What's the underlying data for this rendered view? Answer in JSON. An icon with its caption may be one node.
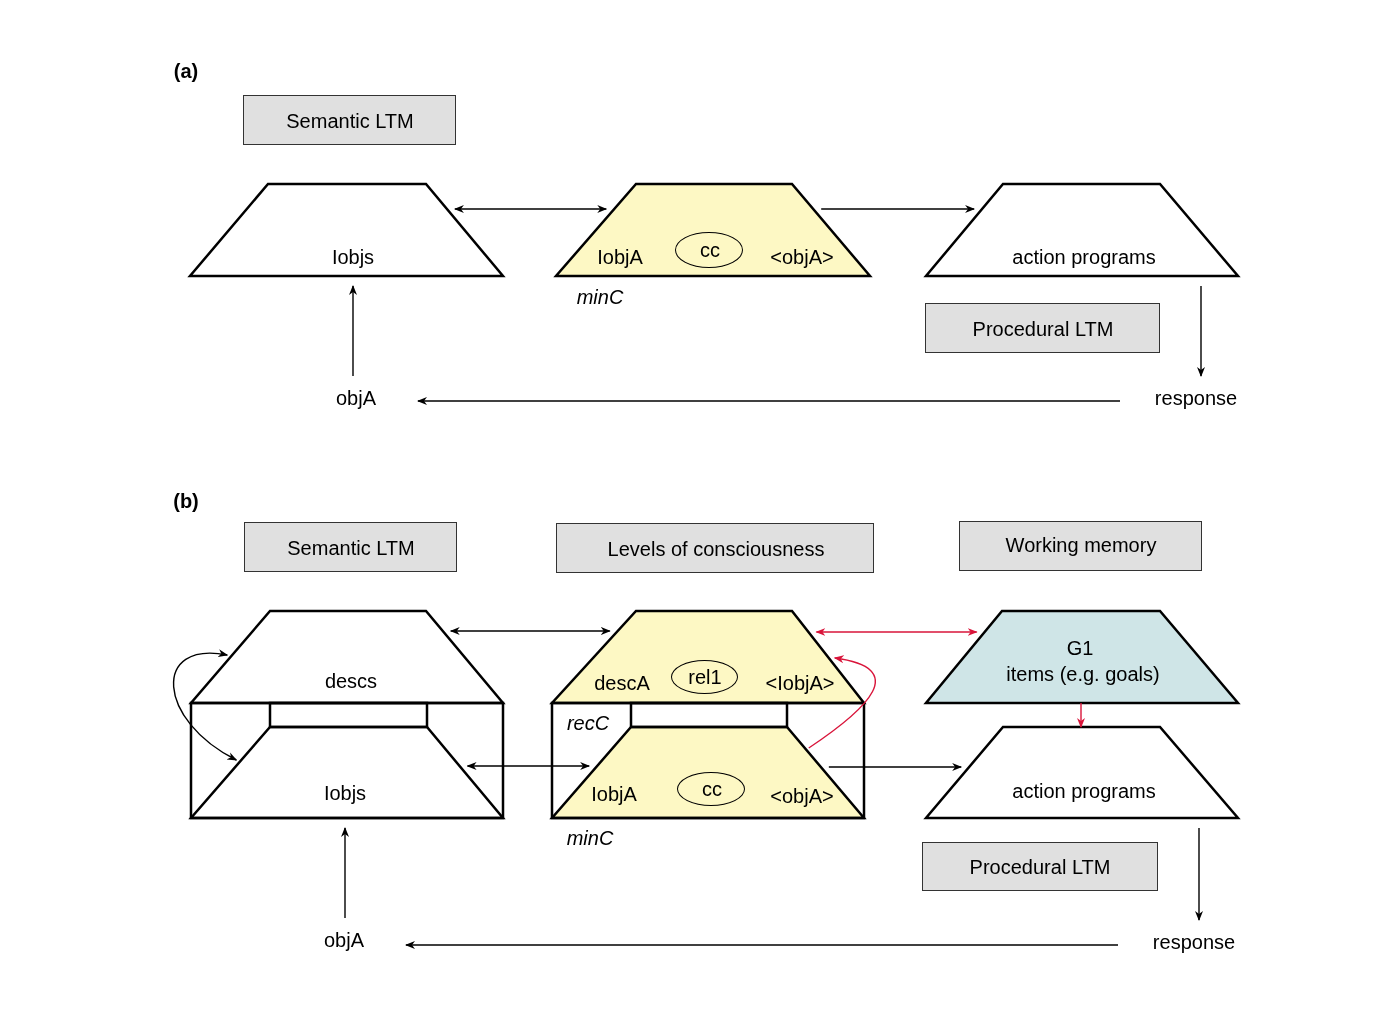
{
  "diagram": {
    "nodes": [
      {
        "text": [
          "Semantic LTM"
        ]
      },
      {
        "text": [
          "Iobjs"
        ]
      },
      {
        "text": [
          "IobjA",
          "<objA>"
        ],
        "beside": [
          "minC"
        ]
      },
      {
        "text": [
          "cc"
        ],
        "in": 2
      },
      {
        "text": [
          "action programs"
        ]
      },
      {
        "text": [
          "Procedural LTM"
        ]
      },
      {
        "text": [
          "objA"
        ]
      },
      {
        "text": [
          "response"
        ]
      },
      {
        "text": [
          "Semantic LTM"
        ]
      },
      {
        "text": [
          "Levels of consciousness"
        ]
      },
      {
        "text": [
          "Working memory"
        ]
      },
      {
        "text": [
          "descs"
        ]
      },
      {
        "text": [
          "Iobjs"
        ]
      },
      {
        "text": [
          "descA",
          "<IobjA>"
        ],
        "beside": [
          "recC"
        ]
      },
      {
        "text": [
          "rel1"
        ],
        "in": 13
      },
      {
        "text": [
          "IobjA",
          "<objA>"
        ],
        "beside": [
          "minC"
        ]
      },
      {
        "text": [
          "cc"
        ],
        "in": 15
      },
      {
        "text": [
          "G1",
          "items (e.g. goals)"
        ]
      },
      {
        "text": [
          "action programs"
        ]
      },
      {
        "text": [
          "Procedural LTM"
        ]
      },
      {
        "text": [
          "objA"
        ]
      },
      {
        "text": [
          "response"
        ]
      }
    ],
    "edges": [
      {
        "from": 1,
        "to": 2,
        "arrow": "both"
      },
      {
        "from": 2,
        "to": 4,
        "arrow": "to"
      },
      {
        "from": 6,
        "to": 1,
        "arrow": "to"
      },
      {
        "from": 4,
        "to": 7,
        "arrow": "to"
      },
      {
        "from": 7,
        "to": 6,
        "arrow": "to"
      },
      {
        "from": 11,
        "to": 12,
        "arrow": "both"
      },
      {
        "from": 11,
        "to": 13,
        "arrow": "both"
      },
      {
        "from": 12,
        "to": 15,
        "arrow": "both"
      },
      {
        "from": 13,
        "to": 17,
        "arrow": "both",
        "color": "#d9143a"
      },
      {
        "from": 15,
        "to": 13,
        "arrow": "to",
        "color": "#d9143a"
      },
      {
        "from": 17,
        "to": 18,
        "arrow": "to",
        "color": "#d9143a"
      },
      {
        "from": 15,
        "to": 18,
        "arrow": "to"
      },
      {
        "from": 20,
        "to": 12,
        "arrow": "to"
      },
      {
        "from": 18,
        "to": 21,
        "arrow": "to"
      },
      {
        "from": 21,
        "to": 20,
        "arrow": "to"
      }
    ],
    "labels": [
      "(a)",
      "(b)"
    ]
  }
}
